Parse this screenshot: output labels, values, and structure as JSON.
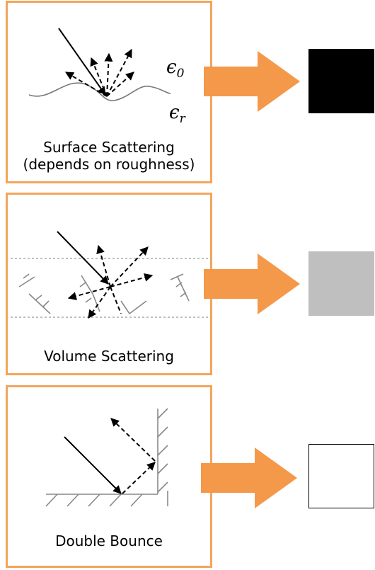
{
  "panels": [
    {
      "caption_line1": "Surface Scattering",
      "caption_line2": "(depends on roughness)",
      "eps_top": "ϵ",
      "eps_top_sub": "0",
      "eps_bottom": "ϵ",
      "eps_bottom_sub": "r",
      "swatch_color": "#000000"
    },
    {
      "caption": "Volume Scattering",
      "swatch_color": "#bfbfbf"
    },
    {
      "caption": "Double Bounce",
      "swatch_color": "#ffffff"
    }
  ],
  "colors": {
    "accent": "#f4a55a",
    "panel_border": "#f4a55a"
  }
}
